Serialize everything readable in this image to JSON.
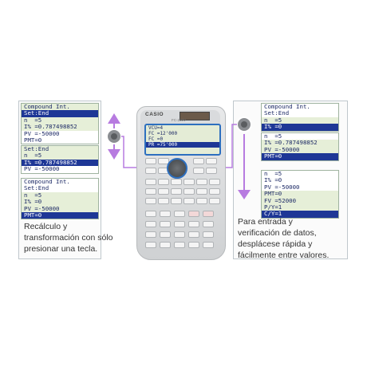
{
  "brand": "CASIO",
  "model": "FC-200V",
  "calculator_screen": {
    "lines": [
      "",
      "VCU=4",
      "FC =12'000",
      "FC =0",
      "PR =75'000"
    ]
  },
  "left_panel": {
    "screens": [
      {
        "lines": [
          "Compound Int.",
          "Set:End",
          "n  =5",
          "I% =0.787498852",
          "PV =-50000",
          "PMT=0"
        ]
      },
      {
        "lines": [
          "Set:End",
          "n  =5",
          "I% =0.787498852",
          "PV =-50000"
        ]
      },
      {
        "lines": [
          "Compound Int.",
          "Set:End",
          "n  =5",
          "I% =0",
          "PV =-50000",
          "PMT=0"
        ]
      }
    ],
    "note": [
      "Recálculo y",
      "transformación con sólo",
      "presionar una tecla."
    ]
  },
  "right_panel": {
    "screens": [
      {
        "lines": [
          "Compound Int.",
          "Set:End",
          "n  =5",
          "I% =0"
        ]
      },
      {
        "lines": [
          "n  =5",
          "I% =0.787498852",
          "PV =-50000",
          "PMT=0"
        ]
      },
      {
        "lines": [
          "n  =5",
          "I% =0",
          "PV =-50000",
          "PMT=0",
          "FV =52000",
          "P/Y=1",
          "C/Y=1"
        ]
      }
    ],
    "note": [
      "Para entrada y",
      "verificación de datos,",
      "desplácese rápida y",
      "fácilmente entre valores."
    ]
  },
  "colors": {
    "accent_purple": "#b77be0",
    "highlight_blue": "#1e3796",
    "frame_blue": "#2d6fbf"
  }
}
